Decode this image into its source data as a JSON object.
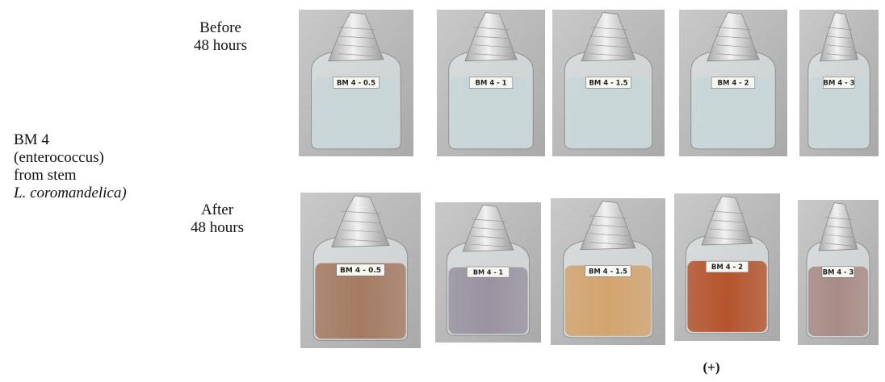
{
  "sample": {
    "line1": "BM 4",
    "line2": "(enterococcus)",
    "line3": "from stem",
    "line4": "L. coromandelica)"
  },
  "time_labels": {
    "before_line1": "Before",
    "before_line2": "48 hours",
    "after_line1": "After",
    "after_line2": "48 hours"
  },
  "bottle_labels": [
    "BM 4 - 0.5",
    "BM 4 - 1",
    "BM 4 - 1.5",
    "BM 4 - 2",
    "BM 4 - 3"
  ],
  "result_mark": "(+)",
  "colors": {
    "before_liquid": "#c8d6d8",
    "after_liquid": [
      "#a57a62",
      "#9a92a0",
      "#d3a46e",
      "#b5542d",
      "#a98b86"
    ],
    "photo_background": "#b9b9b9",
    "foil": "#d8d8d8"
  }
}
